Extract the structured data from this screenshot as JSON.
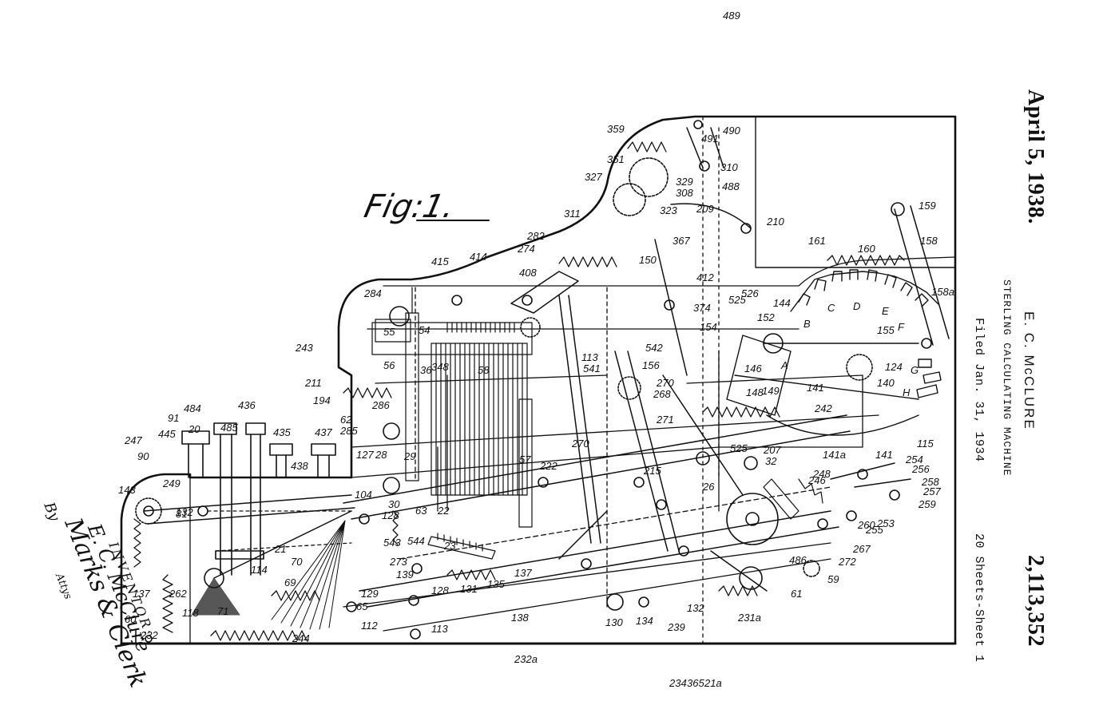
{
  "header": {
    "date": "April 5, 1938.",
    "patent_number": "2,113,352",
    "inventor": "E. C. McCLURE",
    "title": "STERLING CALCULATING MACHINE",
    "filed": "Filed Jan. 31, 1934",
    "sheets": "20 Sheets-Sheet 1"
  },
  "figure": {
    "label": "Fig:1.",
    "reference_numerals": [
      "489",
      "490",
      "491",
      "359",
      "310",
      "351",
      "327",
      "329",
      "308",
      "488",
      "311",
      "323",
      "209",
      "210",
      "159",
      "158",
      "161",
      "160",
      "282",
      "367",
      "274",
      "415",
      "414",
      "408",
      "150",
      "412",
      "284",
      "55",
      "54",
      "525",
      "526",
      "374",
      "154",
      "144",
      "152",
      "158a",
      "B",
      "C",
      "D",
      "E",
      "F",
      "G",
      "H",
      "A",
      "146",
      "148",
      "149",
      "141",
      "155",
      "124",
      "140",
      "56",
      "243",
      "36",
      "348",
      "58",
      "113",
      "541",
      "542",
      "156",
      "270",
      "268",
      "211",
      "194",
      "286",
      "271",
      "242",
      "115",
      "285",
      "270",
      "62",
      "57",
      "222",
      "525",
      "207",
      "141a",
      "141",
      "254",
      "256",
      "258",
      "257",
      "259",
      "247",
      "90",
      "91",
      "445",
      "484",
      "485",
      "436",
      "20",
      "435",
      "437",
      "438",
      "127",
      "28",
      "29",
      "30",
      "63",
      "22",
      "32",
      "246",
      "248",
      "253",
      "255",
      "260",
      "143",
      "249",
      "81",
      "104",
      "128",
      "21",
      "23",
      "215",
      "26",
      "267",
      "272",
      "486",
      "132",
      "137",
      "262",
      "118",
      "71",
      "114",
      "70",
      "69",
      "65",
      "129",
      "139",
      "128",
      "131",
      "135",
      "137",
      "544",
      "543",
      "273",
      "61",
      "59",
      "60",
      "232",
      "244",
      "112",
      "113",
      "138",
      "130",
      "134",
      "132",
      "231a",
      "239",
      "232a",
      "234",
      "365",
      "21a"
    ]
  },
  "signature": {
    "line1": "INVENTOR:",
    "line2": "E. C. McClure",
    "line3": "Marks & Clerk",
    "line4": "Attys",
    "by": "By"
  }
}
